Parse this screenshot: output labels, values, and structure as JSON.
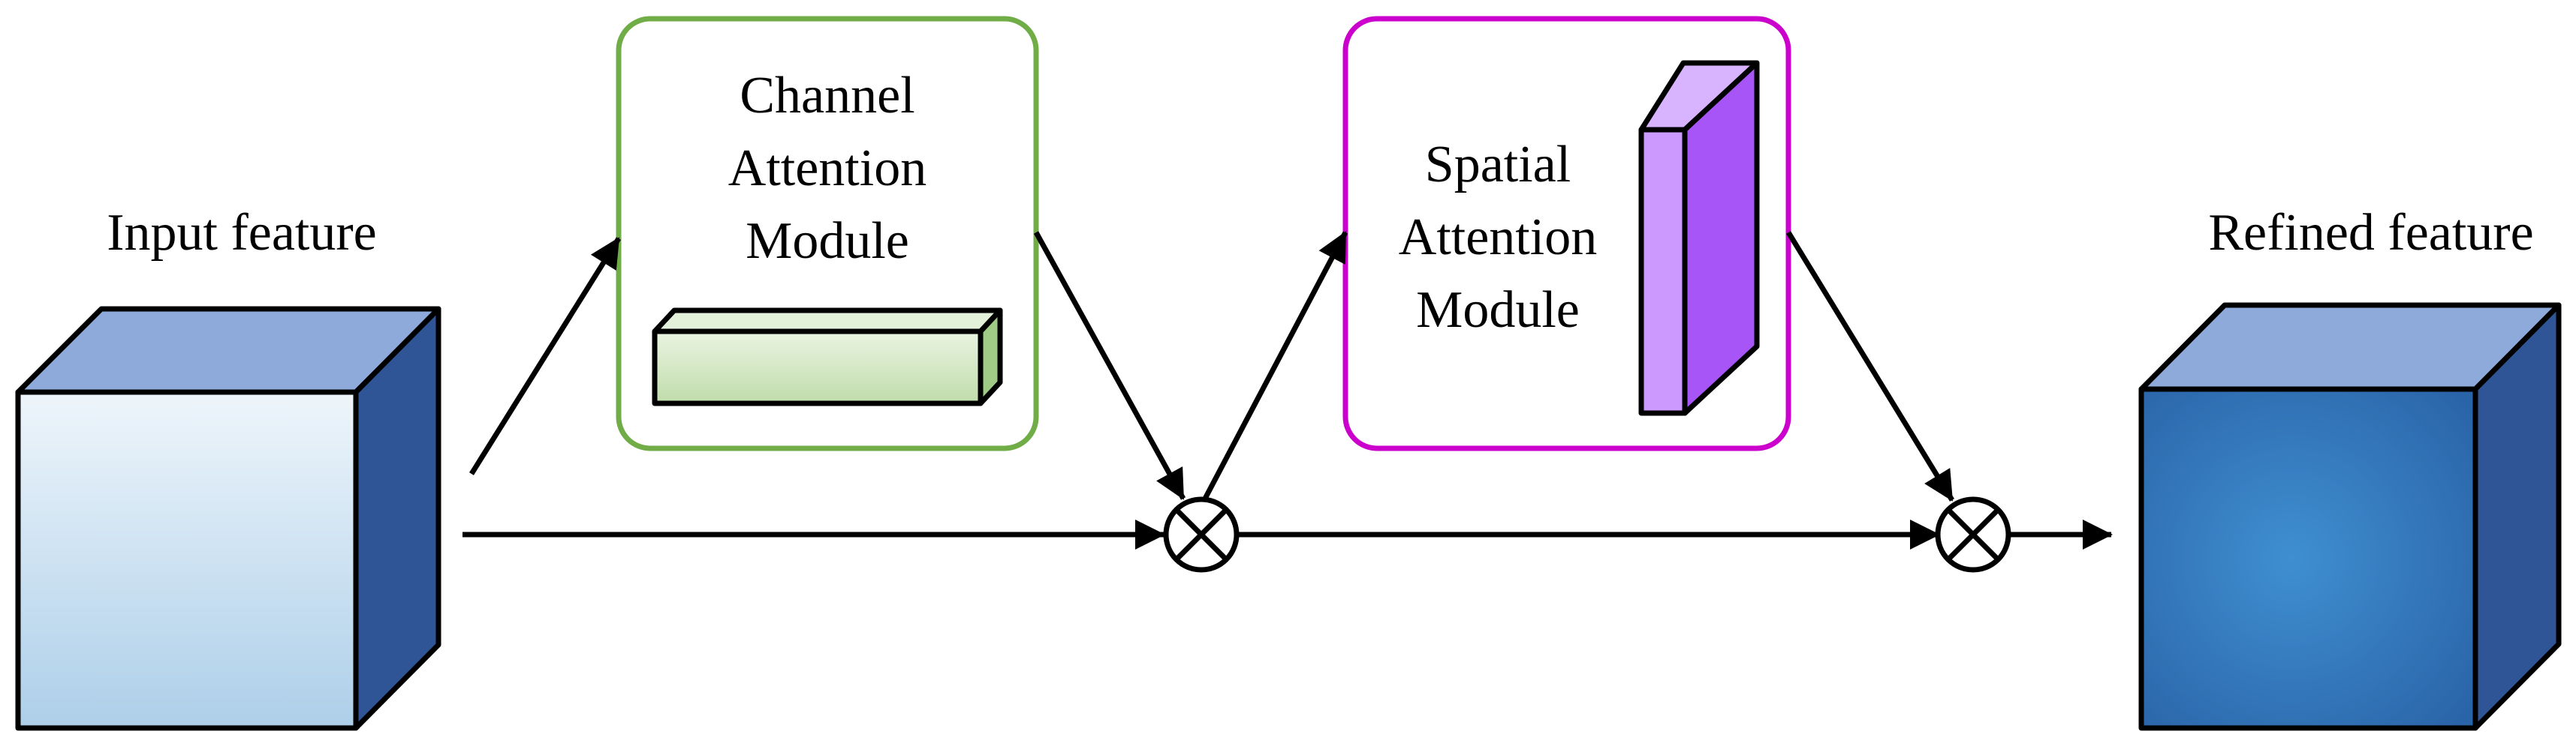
{
  "input": {
    "label": "Input feature"
  },
  "channel_module": {
    "lines": [
      "Channel",
      "Attention",
      "Module"
    ],
    "border_color": "#70ad47"
  },
  "spatial_module": {
    "lines": [
      "Spatial",
      "Attention",
      "Module"
    ],
    "border_color": "#cc00cc"
  },
  "output": {
    "label": "Refined feature"
  },
  "operator": {
    "name": "multiply-circle-icon",
    "symbol": "⊗"
  },
  "colors": {
    "input_cube_face": "#c9dff0",
    "input_cube_top": "#8eaadb",
    "input_cube_side": "#2f5597",
    "output_cube_face": "#3a86c8",
    "output_cube_top": "#8eaadb",
    "output_cube_side": "#2f5597",
    "channel_bar": "#c5e0b4",
    "spatial_slab": "#c08cff"
  }
}
